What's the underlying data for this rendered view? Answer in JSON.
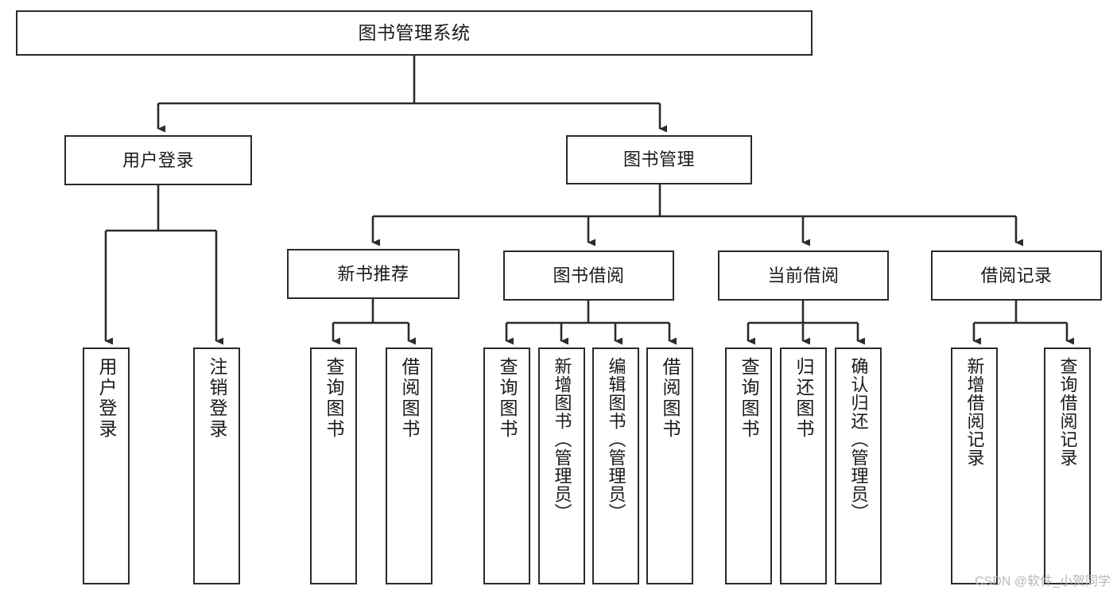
{
  "diagram": {
    "title": "图书管理系统",
    "type": "hierarchy-tree",
    "colors": {
      "box_border": "#2b2b2b",
      "box_fill": "#ffffff",
      "connector": "#2b2b2b",
      "text": "#1a1a1a",
      "watermark": "#b7b7b7",
      "background": "#ffffff"
    },
    "nodes": {
      "root": {
        "label": "图书管理系统",
        "level": 1
      },
      "user_login": {
        "label": "用户登录",
        "level": 2
      },
      "book_manage": {
        "label": "图书管理",
        "level": 2
      },
      "new_book_rec": {
        "label": "新书推荐",
        "level": 3
      },
      "book_borrow": {
        "label": "图书借阅",
        "level": 3
      },
      "current_borrow": {
        "label": "当前借阅",
        "level": 3
      },
      "borrow_record": {
        "label": "借阅记录",
        "level": 3
      },
      "leaf_user_login": {
        "label": "用户登录",
        "level": 3
      },
      "leaf_logout": {
        "label": "注销登录",
        "level": 3
      },
      "leaf_query_book_1": {
        "label": "查询图书",
        "level": 4
      },
      "leaf_borrow_book_1": {
        "label": "借阅图书",
        "level": 4
      },
      "leaf_query_book_2": {
        "label": "查询图书",
        "level": 4
      },
      "leaf_add_book": {
        "label": "新增图书（管理员）",
        "level": 4
      },
      "leaf_edit_book": {
        "label": "编辑图书（管理员）",
        "level": 4
      },
      "leaf_borrow_book_2": {
        "label": "借阅图书",
        "level": 4
      },
      "leaf_query_book_3": {
        "label": "查询图书",
        "level": 4
      },
      "leaf_return_book": {
        "label": "归还图书",
        "level": 4
      },
      "leaf_confirm_return": {
        "label": "确认归还（管理员）",
        "level": 4
      },
      "leaf_add_record": {
        "label": "新增借阅记录",
        "level": 4
      },
      "leaf_query_record": {
        "label": "查询借阅记录",
        "level": 4
      }
    },
    "watermark": "CSDN @软件_小贺同学"
  }
}
